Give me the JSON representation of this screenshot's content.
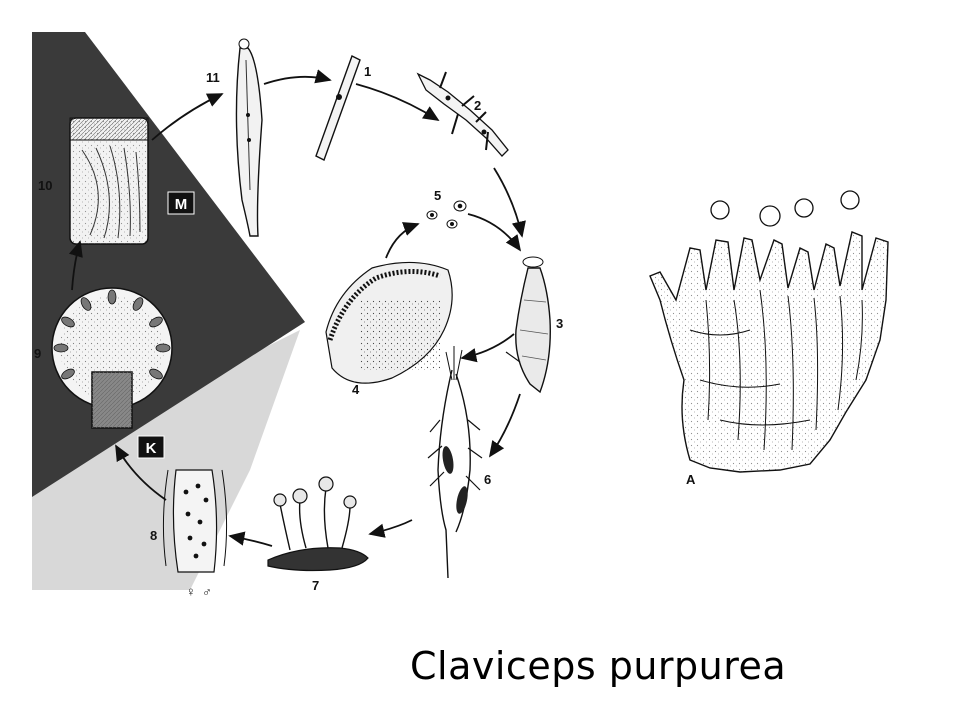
{
  "caption": "Claviceps purpurea",
  "stages": [
    {
      "id": "1",
      "label": "1"
    },
    {
      "id": "2",
      "label": "2"
    },
    {
      "id": "3",
      "label": "3"
    },
    {
      "id": "4",
      "label": "4"
    },
    {
      "id": "5",
      "label": "5"
    },
    {
      "id": "6",
      "label": "6"
    },
    {
      "id": "7",
      "label": "7"
    },
    {
      "id": "8",
      "label": "8"
    },
    {
      "id": "9",
      "label": "9"
    },
    {
      "id": "10",
      "label": "10"
    },
    {
      "id": "11",
      "label": "11"
    }
  ],
  "phase_labels": {
    "m": "M",
    "k": "K"
  },
  "detail_label": "A",
  "sex_symbols": {
    "female": "♀",
    "male": "♂"
  },
  "colors": {
    "dark_region": "#3a3a3a",
    "light_region": "#d6d6d6",
    "ink": "#111111"
  }
}
